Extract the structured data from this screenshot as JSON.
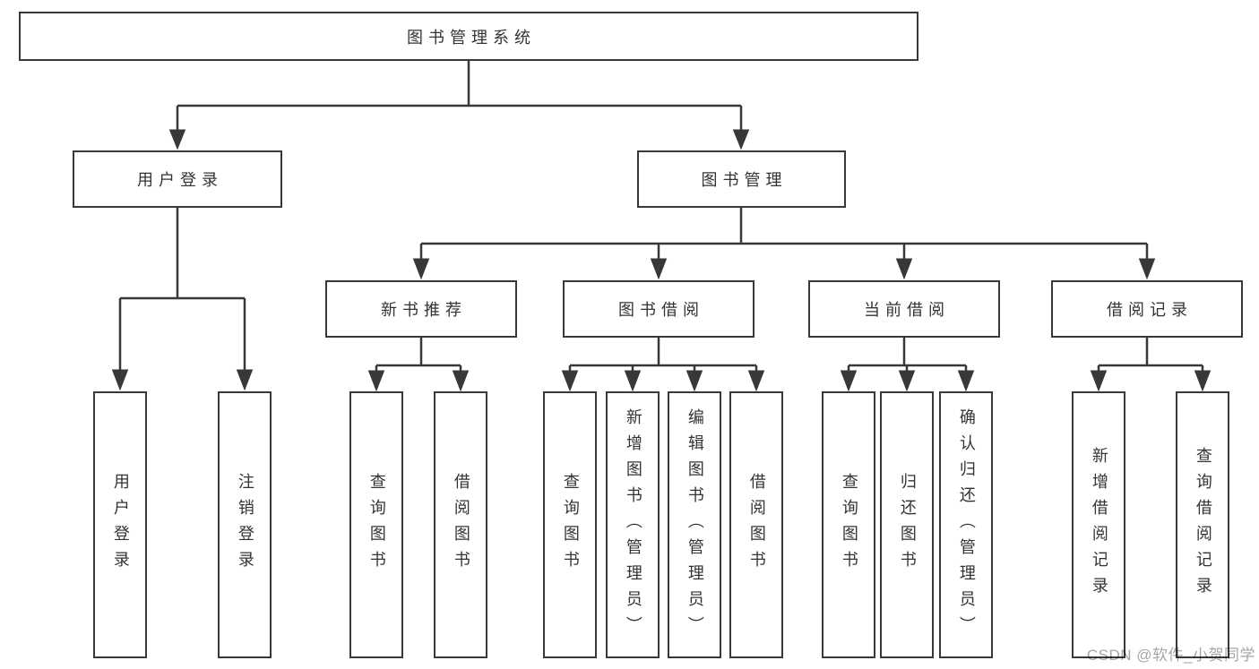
{
  "colors": {
    "background": "#ffffff",
    "line_and_border": "#383838",
    "text": "#333333",
    "watermark": "#a6a6a6"
  },
  "diagram": {
    "type": "hierarchy-tree",
    "root": {
      "label": "图书管理系统"
    },
    "branches": [
      {
        "label": "用户登录",
        "leaves": [
          {
            "label": "用户登录"
          },
          {
            "label": "注销登录"
          }
        ]
      },
      {
        "label": "图书管理",
        "groups": [
          {
            "label": "新书推荐",
            "leaves": [
              {
                "label": "查询图书"
              },
              {
                "label": "借阅图书"
              }
            ]
          },
          {
            "label": "图书借阅",
            "leaves": [
              {
                "label": "查询图书"
              },
              {
                "label": "新增图书（管理员）"
              },
              {
                "label": "编辑图书（管理员）"
              },
              {
                "label": "借阅图书"
              }
            ]
          },
          {
            "label": "当前借阅",
            "leaves": [
              {
                "label": "查询图书"
              },
              {
                "label": "归还图书"
              },
              {
                "label": "确认归还（管理员）"
              }
            ]
          },
          {
            "label": "借阅记录",
            "leaves": [
              {
                "label": "新增借阅记录"
              },
              {
                "label": "查询借阅记录"
              }
            ]
          }
        ]
      }
    ]
  },
  "watermark": {
    "text": "CSDN @软件_小贺同学"
  }
}
